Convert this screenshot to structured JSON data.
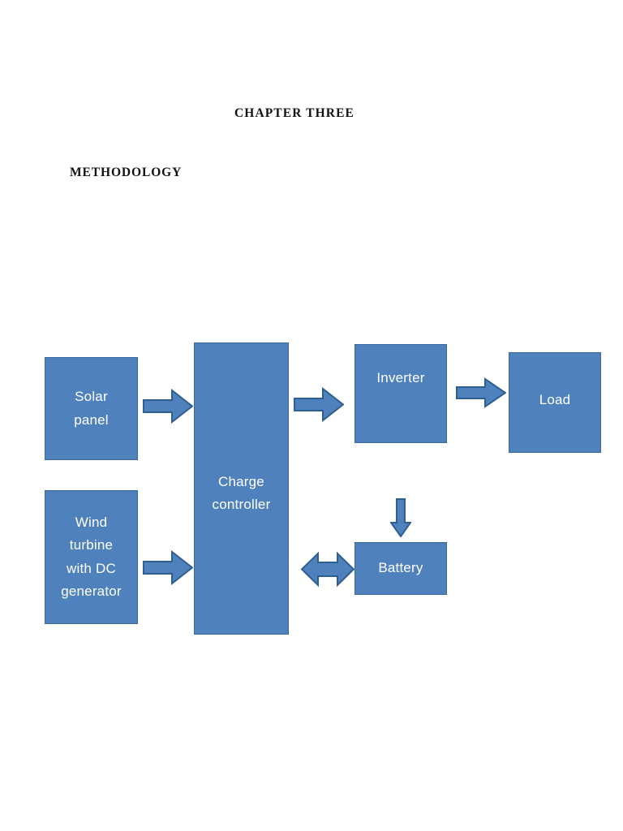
{
  "document": {
    "chapter_title": "CHAPTER  THREE",
    "section_title": "METHODOLOGY"
  },
  "colors": {
    "node_fill": "#4F81BD",
    "node_border": "#3A6A9C",
    "node_text": "#FFFFFF",
    "arrow_fill": "#4F81BD",
    "arrow_border": "#2E5F92",
    "page_background": "#FFFFFF",
    "heading_text": "#111111"
  },
  "diagram": {
    "type": "block-diagram",
    "title": "Hybrid solar and wind power system block diagram",
    "nodes": [
      {
        "id": "solar-panel",
        "label": "Solar\npanel"
      },
      {
        "id": "wind-turbine",
        "label": "Wind\nturbine\nwith DC\ngenerator"
      },
      {
        "id": "charge-controller",
        "label": "Charge\ncontroller"
      },
      {
        "id": "inverter",
        "label": "Inverter"
      },
      {
        "id": "load",
        "label": "Load"
      },
      {
        "id": "battery",
        "label": "Battery"
      }
    ],
    "connections": [
      {
        "id": "solar-to-controller",
        "from": "solar-panel",
        "to": "charge-controller",
        "direction": "right"
      },
      {
        "id": "wind-to-controller",
        "from": "wind-turbine",
        "to": "charge-controller",
        "direction": "right"
      },
      {
        "id": "controller-to-inverter",
        "from": "charge-controller",
        "to": "inverter",
        "direction": "right"
      },
      {
        "id": "inverter-to-load",
        "from": "inverter",
        "to": "load",
        "direction": "right"
      },
      {
        "id": "controller-battery",
        "from": "charge-controller",
        "to": "battery",
        "direction": "bidirectional"
      },
      {
        "id": "inverter-to-battery",
        "from": "inverter",
        "to": "battery",
        "direction": "down"
      }
    ]
  }
}
